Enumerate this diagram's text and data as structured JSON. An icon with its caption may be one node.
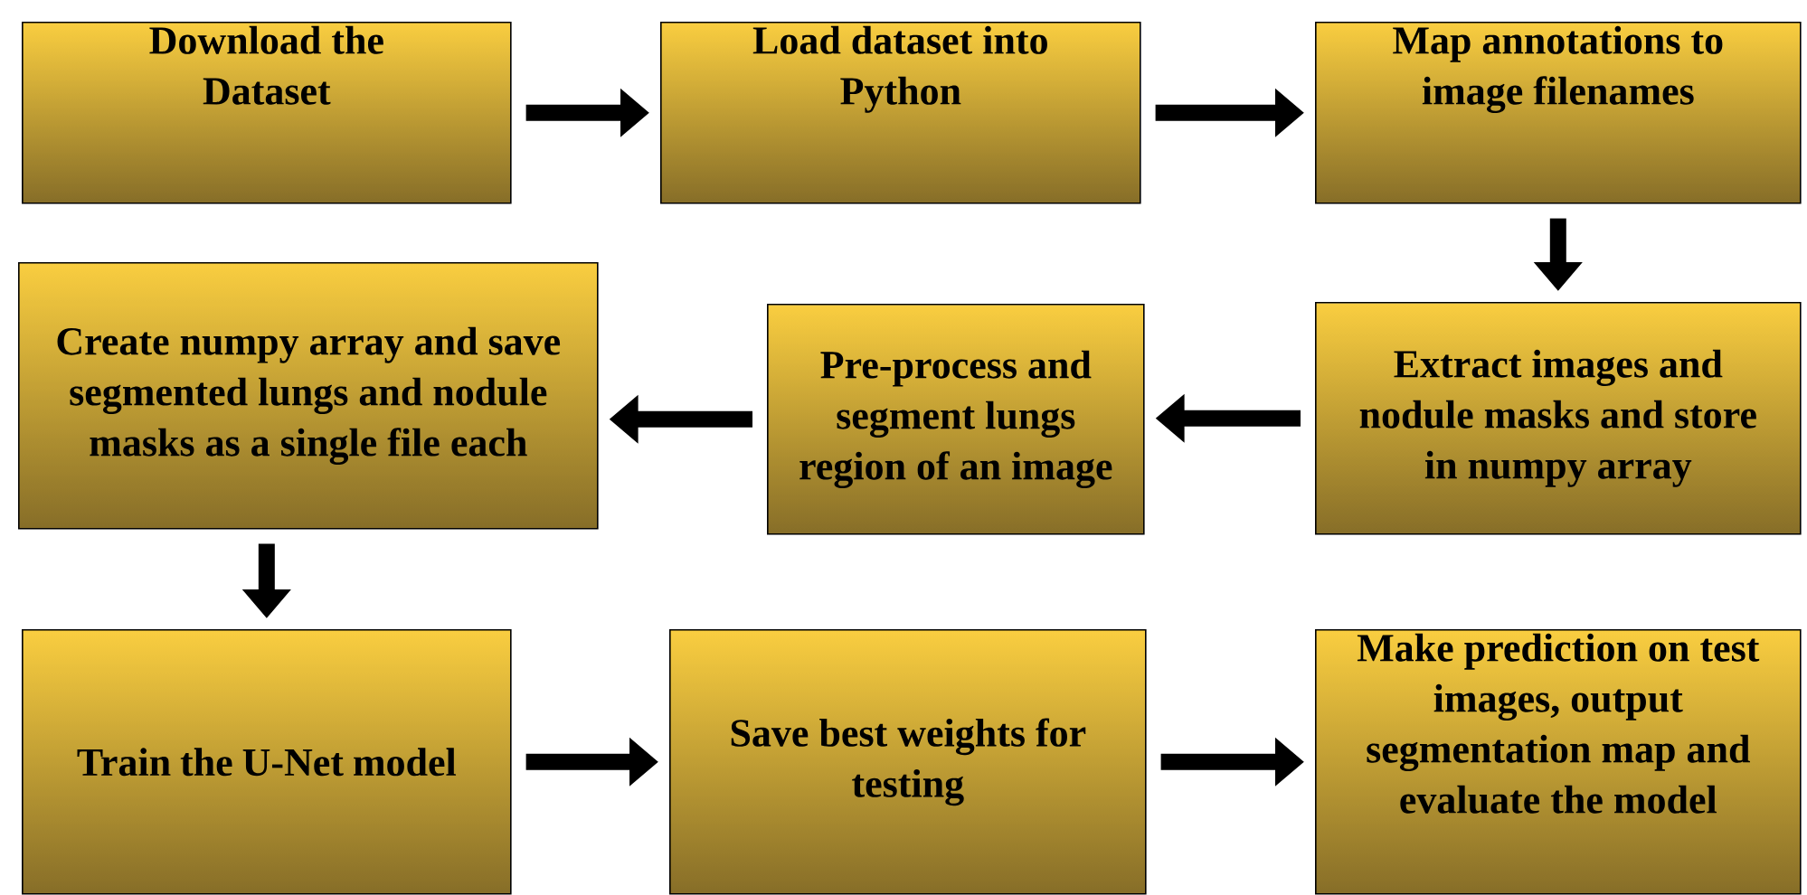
{
  "diagram": {
    "nodes": [
      {
        "text": [
          "Download the Dataset"
        ]
      },
      {
        "text": [
          "Load dataset into Python"
        ]
      },
      {
        "text": [
          "Map annotations to image filenames"
        ]
      },
      {
        "text": [
          "Extract images and nodule masks and store in numpy array"
        ]
      },
      {
        "text": [
          "Pre-process and segment lungs region of an image"
        ]
      },
      {
        "text": [
          "Create numpy array and save segmented lungs and nodule masks as a single file each"
        ]
      },
      {
        "text": [
          "Train the U-Net model"
        ]
      },
      {
        "text": [
          "Save best weights for testing"
        ]
      },
      {
        "text": [
          "Make prediction on test images, output segmentation map and evaluate the model"
        ]
      }
    ],
    "edges": [
      {
        "from": 0,
        "to": 1,
        "arrow": "to"
      },
      {
        "from": 1,
        "to": 2,
        "arrow": "to"
      },
      {
        "from": 2,
        "to": 3,
        "arrow": "to"
      },
      {
        "from": 3,
        "to": 4,
        "arrow": "to"
      },
      {
        "from": 4,
        "to": 5,
        "arrow": "to"
      },
      {
        "from": 5,
        "to": 6,
        "arrow": "to"
      },
      {
        "from": 6,
        "to": 7,
        "arrow": "to"
      },
      {
        "from": 7,
        "to": 8,
        "arrow": "to"
      }
    ]
  }
}
